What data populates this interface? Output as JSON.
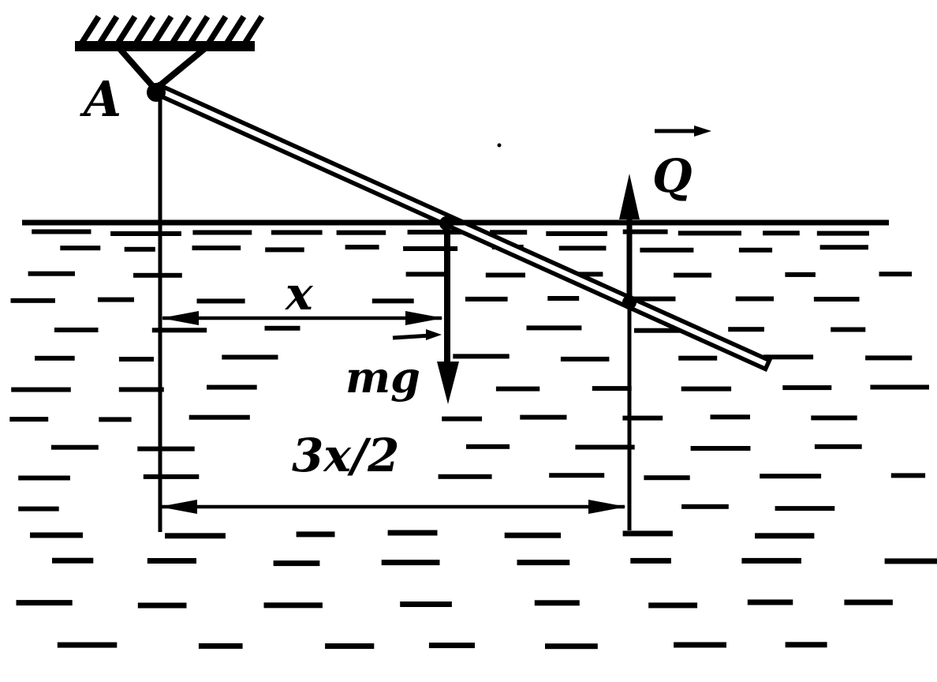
{
  "figure": {
    "labels": {
      "pivot": "A",
      "horizontal_distance": "x",
      "weight_force": "mg",
      "extended_distance": "3x/2",
      "buoyant_force": "Q"
    },
    "colors": {
      "ink": "#000000",
      "paper": "#ffffff"
    }
  }
}
